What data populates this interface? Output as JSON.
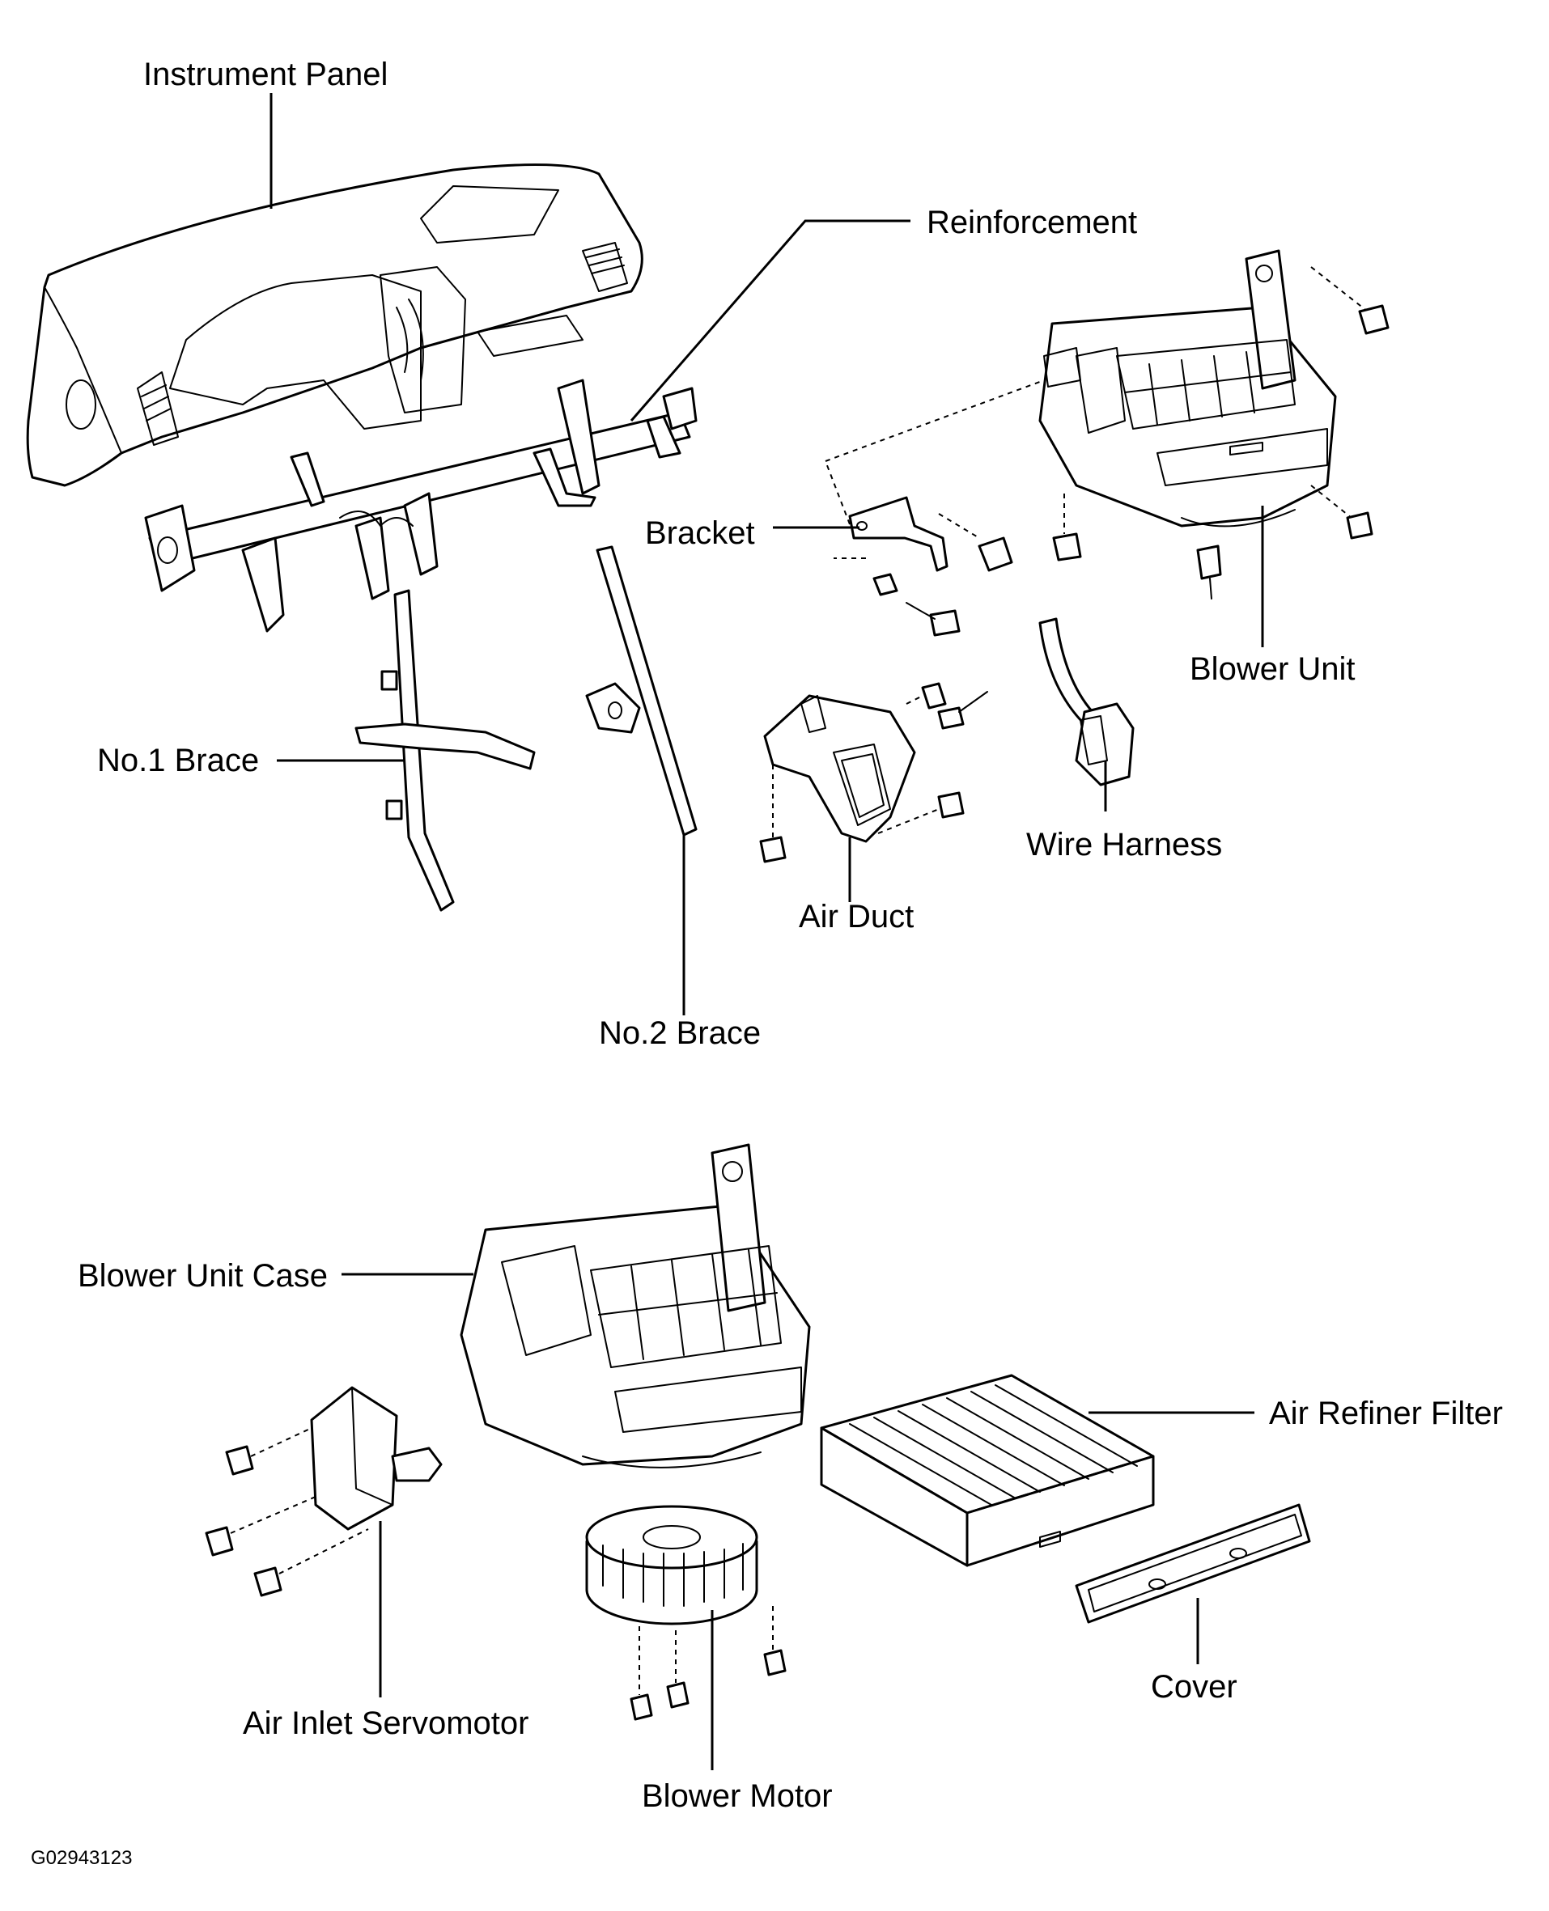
{
  "labels": {
    "instrument_panel": "Instrument Panel",
    "reinforcement": "Reinforcement",
    "bracket": "Bracket",
    "blower_unit": "Blower Unit",
    "no1_brace": "No.1 Brace",
    "wire_harness": "Wire Harness",
    "air_duct": "Air Duct",
    "no2_brace": "No.2 Brace",
    "blower_unit_case": "Blower Unit Case",
    "air_refiner_filter": "Air Refiner Filter",
    "cover": "Cover",
    "air_inlet_servomotor": "Air Inlet Servomotor",
    "blower_motor": "Blower Motor"
  },
  "figure_code": "G02943123"
}
